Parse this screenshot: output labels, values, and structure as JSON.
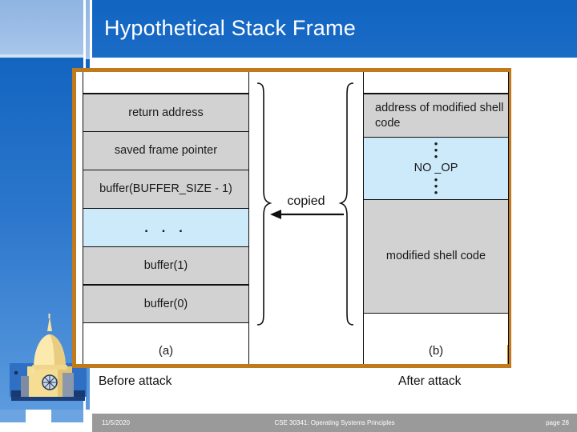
{
  "slide": {
    "title": "Hypothetical Stack Frame",
    "logo_icon": "notre-dame-dome-logo"
  },
  "diagram": {
    "before": {
      "caption": "(a)",
      "cells": [
        {
          "label": "",
          "fill": "white"
        },
        {
          "label": "return address",
          "fill": "gray"
        },
        {
          "label": "saved frame pointer",
          "fill": "gray"
        },
        {
          "label": "buffer(BUFFER_SIZE - 1)",
          "fill": "gray"
        },
        {
          "label": ". . .",
          "fill": "blue"
        },
        {
          "label": "buffer(1)",
          "fill": "gray"
        },
        {
          "label": "buffer(0)",
          "fill": "gray"
        },
        {
          "label": "",
          "fill": "white"
        }
      ]
    },
    "after": {
      "caption": "(b)",
      "cells": [
        {
          "label": "",
          "fill": "white"
        },
        {
          "label": "address of modified shell code",
          "fill": "gray"
        },
        {
          "label": "NO _OP",
          "fill": "blue"
        },
        {
          "label": "modified shell code",
          "fill": "gray"
        },
        {
          "label": "",
          "fill": "white"
        }
      ]
    },
    "middle": {
      "copied_label": "copied",
      "arrow_icon": "left-arrow-icon",
      "brace_left_icon": "right-curly-brace-icon",
      "brace_right_icon": "left-curly-brace-icon"
    }
  },
  "labels": {
    "before_attack": "Before attack",
    "after_attack": "After attack"
  },
  "footer": {
    "date": "11/5/2020",
    "course": "CSE 30341: Operating Systems Principles",
    "page": "page 28"
  },
  "colors": {
    "title_blue": "#1668c4",
    "frame_orange": "#c07a1c",
    "cell_gray": "#d2d2d2",
    "cell_blue": "#cdeafa",
    "footer_gray": "#9a9a9a"
  }
}
